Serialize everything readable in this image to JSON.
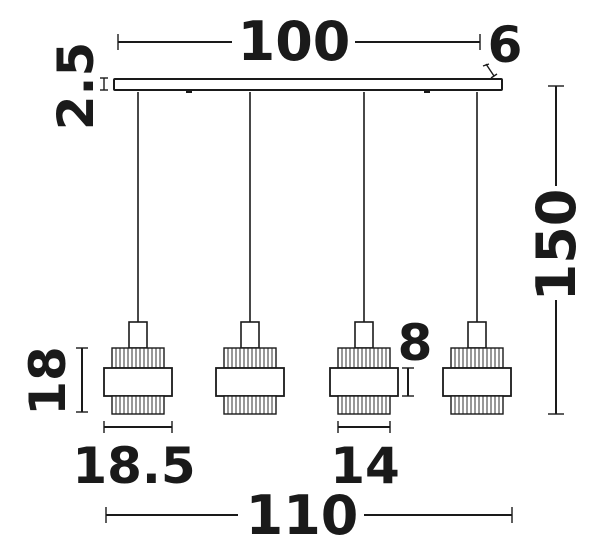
{
  "dimensions": {
    "canopy_length": "100",
    "canopy_height": "2.5",
    "canopy_depth": "6",
    "overall_height": "150",
    "shade_height": "18",
    "shade_width": "18.5",
    "band_height": "8",
    "band_width": "14",
    "overall_length": "110"
  },
  "colors": {
    "ink": "#1a1a1a",
    "background": "#ffffff"
  }
}
